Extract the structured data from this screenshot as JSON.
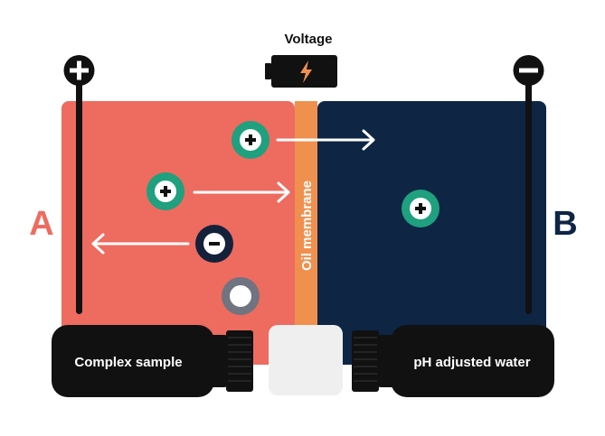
{
  "voltage": {
    "label": "Voltage",
    "icon": "battery-charging-icon"
  },
  "chambers": {
    "a": {
      "letter": "A",
      "bottle_label": "Complex sample",
      "color": "#EE6B5F",
      "electrode": "positive"
    },
    "b": {
      "letter": "B",
      "bottle_label": "pH adjusted water",
      "color": "#0E2544",
      "electrode": "negative"
    }
  },
  "membrane": {
    "label": "Oil membrane",
    "color": "#F0904F"
  },
  "colors": {
    "positive_ion": "#1FA07F",
    "negative_ion": "#14213A",
    "neutral_molecule": "#6F7480",
    "bottle": "#111111",
    "battery_bolt": "#F0904F"
  },
  "ions": [
    {
      "charge": "positive",
      "name": "positive-ion-top"
    },
    {
      "charge": "positive",
      "name": "positive-ion-middle"
    },
    {
      "charge": "negative",
      "name": "negative-ion"
    },
    {
      "charge": "neutral",
      "name": "neutral-molecule"
    },
    {
      "charge": "positive",
      "name": "positive-ion-chamber-b"
    }
  ]
}
